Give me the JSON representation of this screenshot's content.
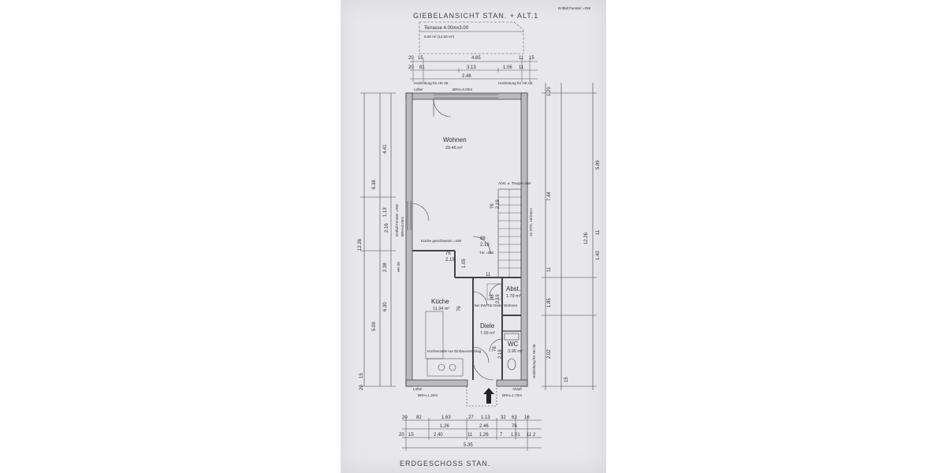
{
  "drawing": {
    "top_title": "GIEBELANSICHT STAN. + ALT.1",
    "top_note": "Entfall Fenster =SW",
    "bottom_title": "ERDGESCHOSS STAN."
  },
  "terrace": {
    "label": "Terrasse 4.00mx3.00",
    "area": "6.00 m² (12.00 m²)"
  },
  "rooms": {
    "wohnen": {
      "name": "Wohnen",
      "area": "29.46 m²"
    },
    "kueche": {
      "name": "Küche",
      "area": "11.34 m²"
    },
    "diele": {
      "name": "Diele",
      "area": "7.03 m²"
    },
    "wc": {
      "name": "WC",
      "area": "3.96 m²"
    },
    "abst": {
      "name": "Abst.",
      "area": "1.79 m²"
    }
  },
  "notes": {
    "heizleitung_left": "Heizleitung für HK 06",
    "heizleitung_right": "Heizleitung für HK 06",
    "luefter_top": "Lüfter",
    "brh_top": "BRH=0.00m",
    "abst_treppe": "Abst. u. Treppe=SW",
    "stg": "15 STG. 18/23cm",
    "kueche_geschlossen": "Küche geschlossen =SW",
    "tuer_wohnen": "Tür =SW",
    "tuer_diele": "bei SW Tür Diele/ Wohnen",
    "kuechenzeile": "Küchenzeile nur Einbauvorschlag",
    "entfall_fenster_left": "Entfall Fenster =SW",
    "brh_left": "BRH=0.00m",
    "hk_left": "HK 06",
    "luefter_bottom": "Lüfter",
    "brh_bottom_left": "BRH=1.20m",
    "abluft": "Abluft",
    "brh_bottom_right": "BRH=1.70m",
    "heizleitung_bottom": "Heizleitung für HK 06"
  },
  "dims_top": {
    "row1": [
      "20",
      "15",
      "4.85",
      "11",
      "15"
    ],
    "row2": [
      "20",
      "81",
      "3.13",
      "1.06",
      "11"
    ],
    "row3": [
      "2.46"
    ]
  },
  "dims_bottom": {
    "row1": [
      "20",
      "82",
      "1.63",
      "27",
      "1.13",
      "32",
      "63",
      "16"
    ],
    "row2": [
      "1.26",
      "2.46",
      "76"
    ],
    "row3": [
      "20",
      "15",
      "2.40",
      "11",
      "1.26",
      "7",
      "1.01",
      "11",
      "2"
    ],
    "total": "5.35"
  },
  "dims_left_outer": [
    "12.26",
    "6.38",
    "5.09"
  ],
  "dims_left_inner": [
    "4.41",
    "1.13",
    "2.16",
    "2.38",
    "6.30",
    "15",
    "20"
  ],
  "dims_right_inner": [
    "1.20",
    "7.44",
    "1.85",
    "2.02",
    "15",
    "11"
  ],
  "dims_right_outer": [
    "12.26",
    "5.89",
    "1.40",
    "11"
  ],
  "interior_dims": [
    "76",
    "2.19",
    "1.05",
    "88",
    "2.19",
    "76",
    "2.19",
    "76",
    "88",
    "2.19",
    "76",
    "2.19",
    "11"
  ]
}
